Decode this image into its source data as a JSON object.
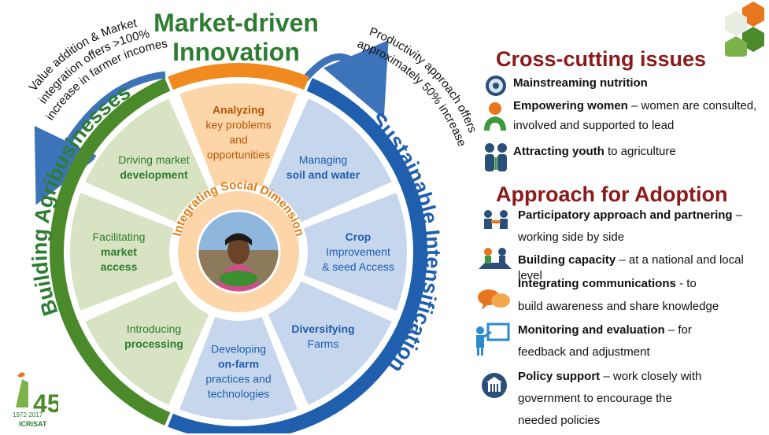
{
  "diagram": {
    "top_title_line1": "Market-driven",
    "top_title_line2": "Innovation",
    "left_arc_label": "Building Agribusinesses",
    "right_arc_label": "Sustainable Intensification",
    "center_ring_label": "Integrating Social Dimension",
    "left_arrow_text": [
      "Value addition & Market",
      "integration offers >100%",
      "increase in farmer incomes"
    ],
    "right_arrow_text": [
      "Productivity approach offers",
      "approximately 50% increase"
    ],
    "sectors": [
      {
        "lines": [
          "Analyzing",
          "key problems",
          "and",
          "opportunities"
        ],
        "bold": [
          0
        ]
      },
      {
        "lines": [
          "Managing",
          "soil and water"
        ],
        "bold": [
          1
        ]
      },
      {
        "lines": [
          "Crop",
          "Improvement",
          "& seed Access"
        ],
        "bold": [
          0
        ]
      },
      {
        "lines": [
          "Diversifying",
          "Farms"
        ],
        "bold": [
          0
        ]
      },
      {
        "lines": [
          "Developing",
          "on-farm",
          "practices and",
          "technologies"
        ],
        "bold": [
          1
        ]
      },
      {
        "lines": [
          "Introducing",
          "processing"
        ],
        "bold": [
          1
        ]
      },
      {
        "lines": [
          "Facilitating",
          "market",
          "access"
        ],
        "bold": [
          1,
          2
        ]
      },
      {
        "lines": [
          "Driving  market",
          "development"
        ],
        "bold": [
          1
        ]
      }
    ],
    "colors": {
      "orange": "#f08a1e",
      "orange_light": "#fcd5a8",
      "blue": "#1f5fae",
      "blue_light": "#c6d6ec",
      "green": "#4a8a2a",
      "green_light": "#d7e3c2",
      "green_text": "#2e7d32",
      "blue_text": "#1f5fae"
    }
  },
  "cross_cutting": {
    "title": "Cross-cutting issues",
    "items": [
      {
        "icon": "nutrition-icon",
        "bold": "Mainstreaming  nutrition",
        "text": ""
      },
      {
        "icon": "women-icon",
        "bold": "Empowering women",
        "text": " – women are consulted,",
        "line2": "involved and supported to lead"
      },
      {
        "icon": "youth-icon",
        "bold": "Attracting youth",
        "text": " to agriculture"
      }
    ]
  },
  "adoption": {
    "title": "Approach for Adoption",
    "items": [
      {
        "icon": "handshake-icon",
        "bold": "Participatory approach and partnering",
        "text": " –",
        "line2": "working side by side"
      },
      {
        "icon": "capacity-icon",
        "bold": "Building capacity",
        "text": " – at a national and local level"
      },
      {
        "icon": "communication-icon",
        "bold": "Integrating communications",
        "text": "  - to",
        "line2": "build awareness and share knowledge"
      },
      {
        "icon": "presentation-icon",
        "bold": "Monitoring  and evaluation",
        "text": " – for",
        "line2": "feedback and adjustment"
      },
      {
        "icon": "policy-icon",
        "bold": "Policy support",
        "text": " – work closely with",
        "line2": "government  to encourage the",
        "line3": "needed policies"
      }
    ]
  },
  "logo": {
    "number": "45",
    "years": "1972-2017",
    "org": "ICRISAT"
  }
}
